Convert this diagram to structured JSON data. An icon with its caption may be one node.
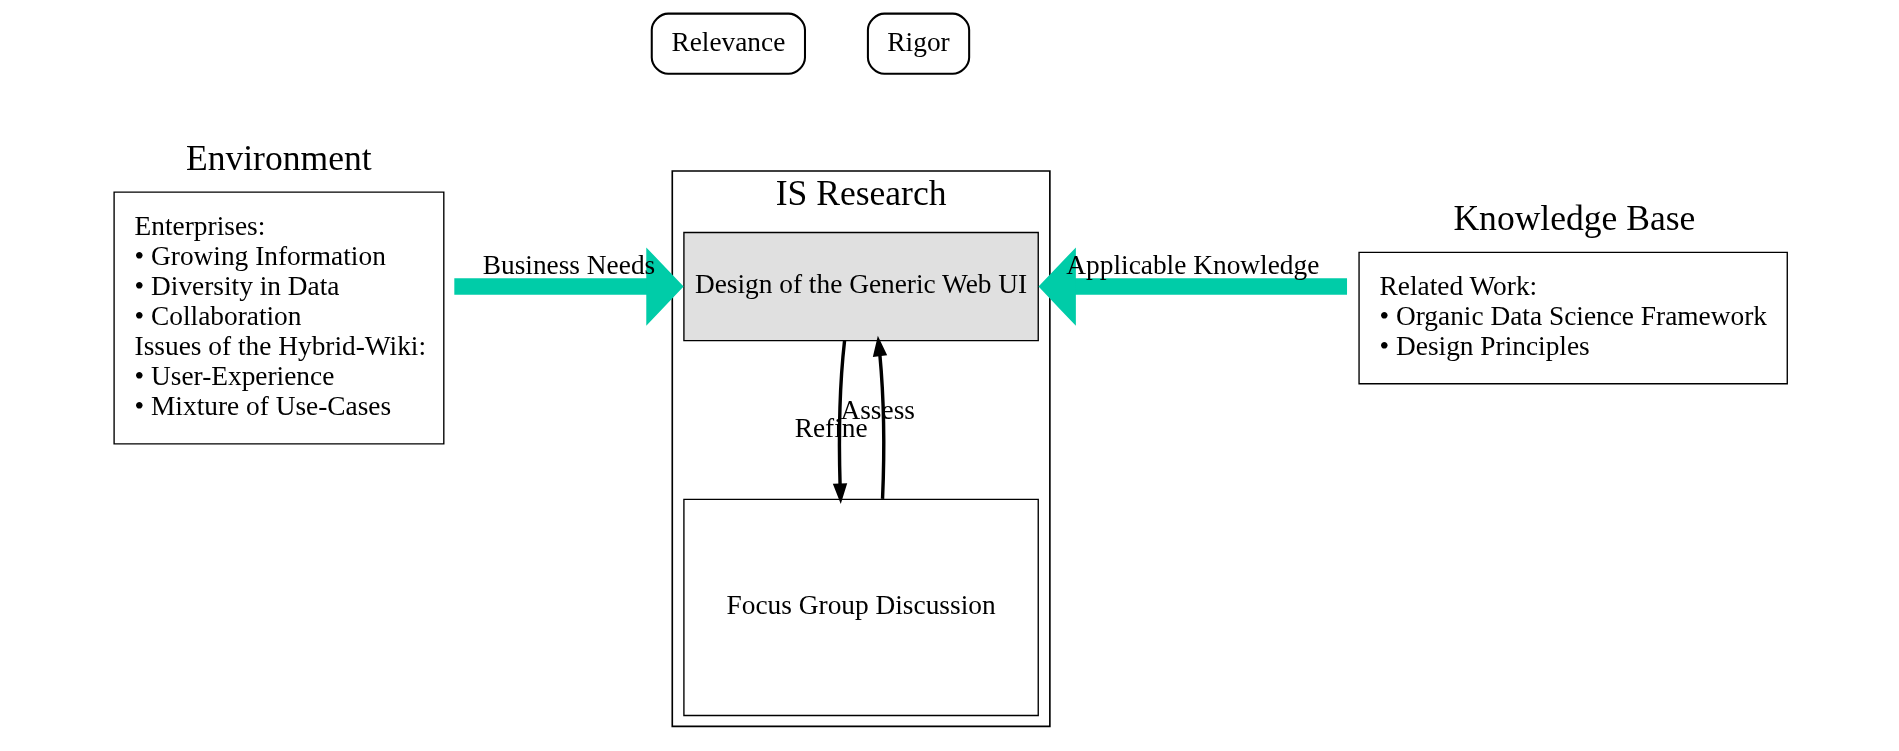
{
  "diagram": {
    "nodes": [
      {
        "text": [
          "Environment",
          "Enterprises:",
          "• Growing Information",
          "• Diversity in Data",
          "• Collaboration",
          "Issues of the Hybrid-Wiki:",
          "• User-Experience",
          "• Mixture of Use-Cases"
        ]
      },
      {
        "text": [
          "Relevance"
        ]
      },
      {
        "text": [
          "IS Research"
        ]
      },
      {
        "text": [
          "Design of the Generic Web UI"
        ],
        "in": 2
      },
      {
        "text": [
          "Focus Group Discussion"
        ],
        "in": 2
      },
      {
        "text": [
          "Rigor"
        ]
      },
      {
        "text": [
          "Knowledge Base",
          "Related Work:",
          "• Organic Data Science Framework",
          "• Design Principles"
        ]
      }
    ],
    "edges": [
      {
        "from": 0,
        "to": 2,
        "arrow": "to",
        "label": "Business Needs",
        "style": "thick",
        "color": "#00cca8"
      },
      {
        "from": 3,
        "to": 4,
        "arrow": "to",
        "label": "Assess",
        "color": "#000000"
      },
      {
        "from": 4,
        "to": 3,
        "arrow": "to",
        "label": "Refine",
        "color": "#000000"
      },
      {
        "from": 6,
        "to": 2,
        "arrow": "to",
        "label": "Applicable Knowledge",
        "style": "thick",
        "color": "#00cca8"
      }
    ]
  }
}
